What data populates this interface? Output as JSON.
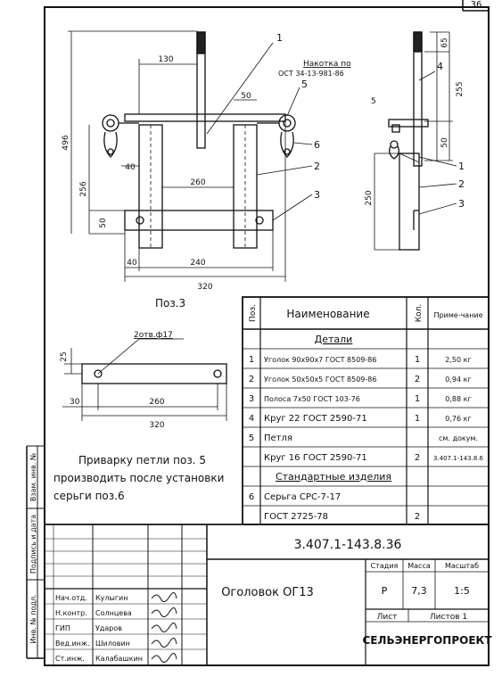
{
  "sheet_number": "36",
  "drawing": {
    "dims_top": {
      "d130": "130",
      "d50": "50",
      "d260": "260",
      "d240": "240",
      "d320": "320",
      "d40a": "40",
      "d40b": "40",
      "d496": "496",
      "d256": "256",
      "d50v": "50"
    },
    "callouts_main": [
      "1",
      "5",
      "6",
      "2",
      "3"
    ],
    "marking_note_line1": "Накотка по",
    "marking_note_line2": "ОСТ 34-13-981-86",
    "side_dims": {
      "d65": "65",
      "d255": "255",
      "d50": "50",
      "d250": "250",
      "d5": "5"
    },
    "callouts_side": [
      "4",
      "1",
      "2",
      "3"
    ]
  },
  "pos3": {
    "label": "Поз.3",
    "hole_note": "2отв.ф17",
    "d25": "25",
    "d30": "30",
    "d260": "260",
    "d320": "320"
  },
  "weld_note": [
    "Приварку петли поз. 5",
    "производить после установки",
    "серьги поз.6"
  ],
  "spec": {
    "headers": {
      "pos": "Поз.",
      "name": "Наименование",
      "qty": "Кол.",
      "note": "Приме-чание"
    },
    "rows": [
      {
        "pos": "",
        "name": "Детали",
        "qty": "",
        "note": ""
      },
      {
        "pos": "1",
        "name": "Уголок 90x90x7 ГОСТ 8509-86",
        "qty": "1",
        "note": "2,50 кг"
      },
      {
        "pos": "2",
        "name": "Уголок 50x50x5 ГОСТ 8509-86",
        "qty": "2",
        "note": "0,94 кг"
      },
      {
        "pos": "3",
        "name": "Полоса 7x50 ГОСТ 103-76",
        "qty": "1",
        "note": "0,88 кг"
      },
      {
        "pos": "4",
        "name": "Круг 22 ГОСТ 2590-71",
        "qty": "1",
        "note": "0,76 кг"
      },
      {
        "pos": "5",
        "name": "Петля",
        "qty": "",
        "note": "см. докум."
      },
      {
        "pos": "",
        "name": "Круг 16 ГОСТ 2590-71",
        "qty": "2",
        "note": "3.407.1-143.8.6"
      },
      {
        "pos": "",
        "name": "Стандартные изделия",
        "qty": "",
        "note": ""
      },
      {
        "pos": "6",
        "name": "Серьга СРС-7-17",
        "qty": "",
        "note": ""
      },
      {
        "pos": "",
        "name": "ГОСТ 2725-78",
        "qty": "2",
        "note": ""
      }
    ]
  },
  "title_block": {
    "doc_code": "3.407.1-143.8.36",
    "title": "Оголовок ОГ13",
    "stage_label": "Стадия",
    "mass_label": "Масса",
    "scale_label": "Масштаб",
    "stage": "Р",
    "mass": "7,3",
    "scale": "1:5",
    "sheet_label": "Лист",
    "sheets_label": "Листов 1",
    "org": "СЕЛЬЭНЕРГОПРОЕКТ",
    "signers": [
      {
        "role": "Нач.отд.",
        "name": "Кулыгин"
      },
      {
        "role": "Н.контр.",
        "name": "Солнцева"
      },
      {
        "role": "ГИП",
        "name": "Ударов"
      },
      {
        "role": "Вед.инж.",
        "name": "Шиловин"
      },
      {
        "role": "Ст.инж.",
        "name": "Калабашкин"
      }
    ],
    "side_labels": [
      "Взам. инв. №",
      "Подпись и дата",
      "Инв. № подл."
    ]
  }
}
